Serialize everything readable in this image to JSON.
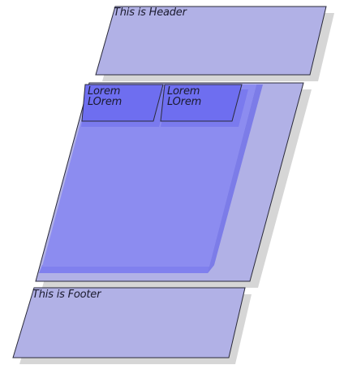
{
  "header": {
    "text": "This is Header"
  },
  "content": {
    "boxes": [
      {
        "line1": "Lorem",
        "line2": "LOrem"
      },
      {
        "line1": "Lorem",
        "line2": "LOrem"
      }
    ]
  },
  "footer": {
    "text": "This is Footer"
  },
  "colors": {
    "panel": "#b1b1e6",
    "panel_border": "#2a2a3a",
    "shadow": "#d6d6d6",
    "inner_panel": "#8c8cf0",
    "inner_edge": "#7c7ce8",
    "box": "#6e6ef0",
    "box_shadow": "#7a7aee"
  }
}
